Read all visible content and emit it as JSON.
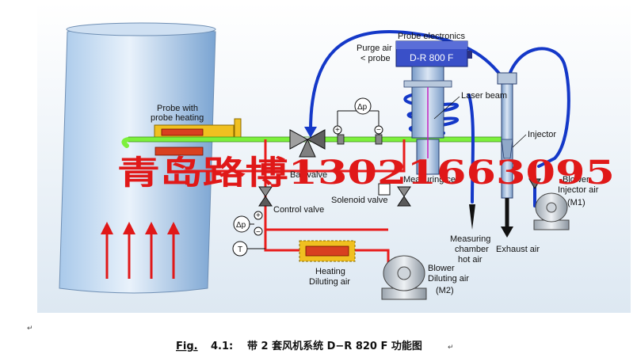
{
  "labels": {
    "probe_electronics": "Probe electronics",
    "device_name": "D-R 800 F",
    "purge_air_line1": "Purge air",
    "purge_air_line2": "< probe",
    "probe_heating_line1": "Probe with",
    "probe_heating_line2": "probe heating",
    "laser_beam": "Laser beam",
    "delta_p": "Δp",
    "plus": "+",
    "minus": "−",
    "injector": "Injector",
    "ball_valve": "Ball valve",
    "measuring_cell": "Measuring cell",
    "control_valve": "Control valve",
    "solenoid_valve": "Solenoid valve",
    "blower_injector_line1": "Blower",
    "blower_injector_line2": "Injector air",
    "blower_injector_line3": "(M1)",
    "temperature": "T",
    "measuring_chamber_line1": "Measuring",
    "measuring_chamber_line2": "chamber",
    "measuring_chamber_line3": "hot air",
    "exhaust_air": "Exhaust air",
    "heating_line1": "Heating",
    "heating_line2": "Diluting air",
    "blower_dilute_line1": "Blower",
    "blower_dilute_line2": "Diluting air",
    "blower_dilute_line3": "(M2)"
  },
  "watermark": "青岛路博13021663095",
  "caption": {
    "fig": "Fig.",
    "number": "4.1:",
    "text": "带 2 套风机系统 D−R 820 F 功能图"
  },
  "paragraph_mark": "↵",
  "colors": {
    "gas_line": "#7cf03c",
    "dilution_line": "#e81c1c",
    "purge_line": "#1438c8",
    "heater": "#f0c020",
    "chimney": "#8fb8e0",
    "background": "#e2ecf4",
    "arrow_red": "#e01818"
  }
}
